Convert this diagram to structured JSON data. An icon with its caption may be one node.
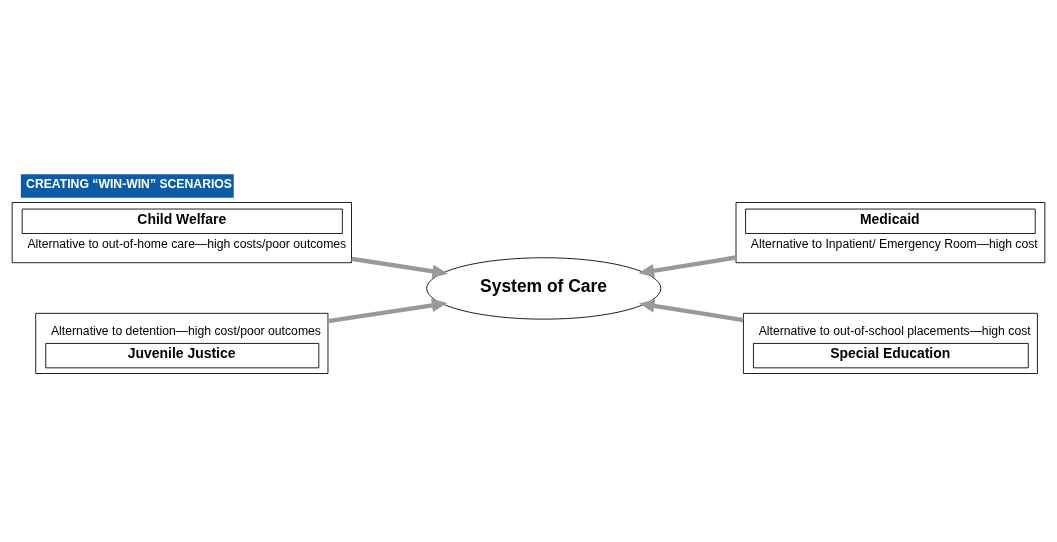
{
  "diagram": {
    "title": "CREATING “WIN-WIN” SCENARIOS",
    "nodes": [
      {
        "text": [
          "Child Welfare",
          "Alternative to out-of-home care—high costs/poor outcomes"
        ]
      },
      {
        "text": [
          "Medicaid",
          "Alternative to Inpatient/ Emergency Room—high cost"
        ]
      },
      {
        "text": [
          "System of Care"
        ]
      },
      {
        "text": [
          "Alternative to detention—high cost/poor outcomes",
          "Juvenile Justice"
        ]
      },
      {
        "text": [
          "Alternative to out-of-school placements—high cost",
          "Special Education"
        ]
      }
    ],
    "edges": [
      {
        "from": 0,
        "to": 2,
        "arrow": "to"
      },
      {
        "from": 1,
        "to": 2,
        "arrow": "to"
      },
      {
        "from": 3,
        "to": 2,
        "arrow": "to"
      },
      {
        "from": 4,
        "to": 2,
        "arrow": "to"
      }
    ]
  }
}
